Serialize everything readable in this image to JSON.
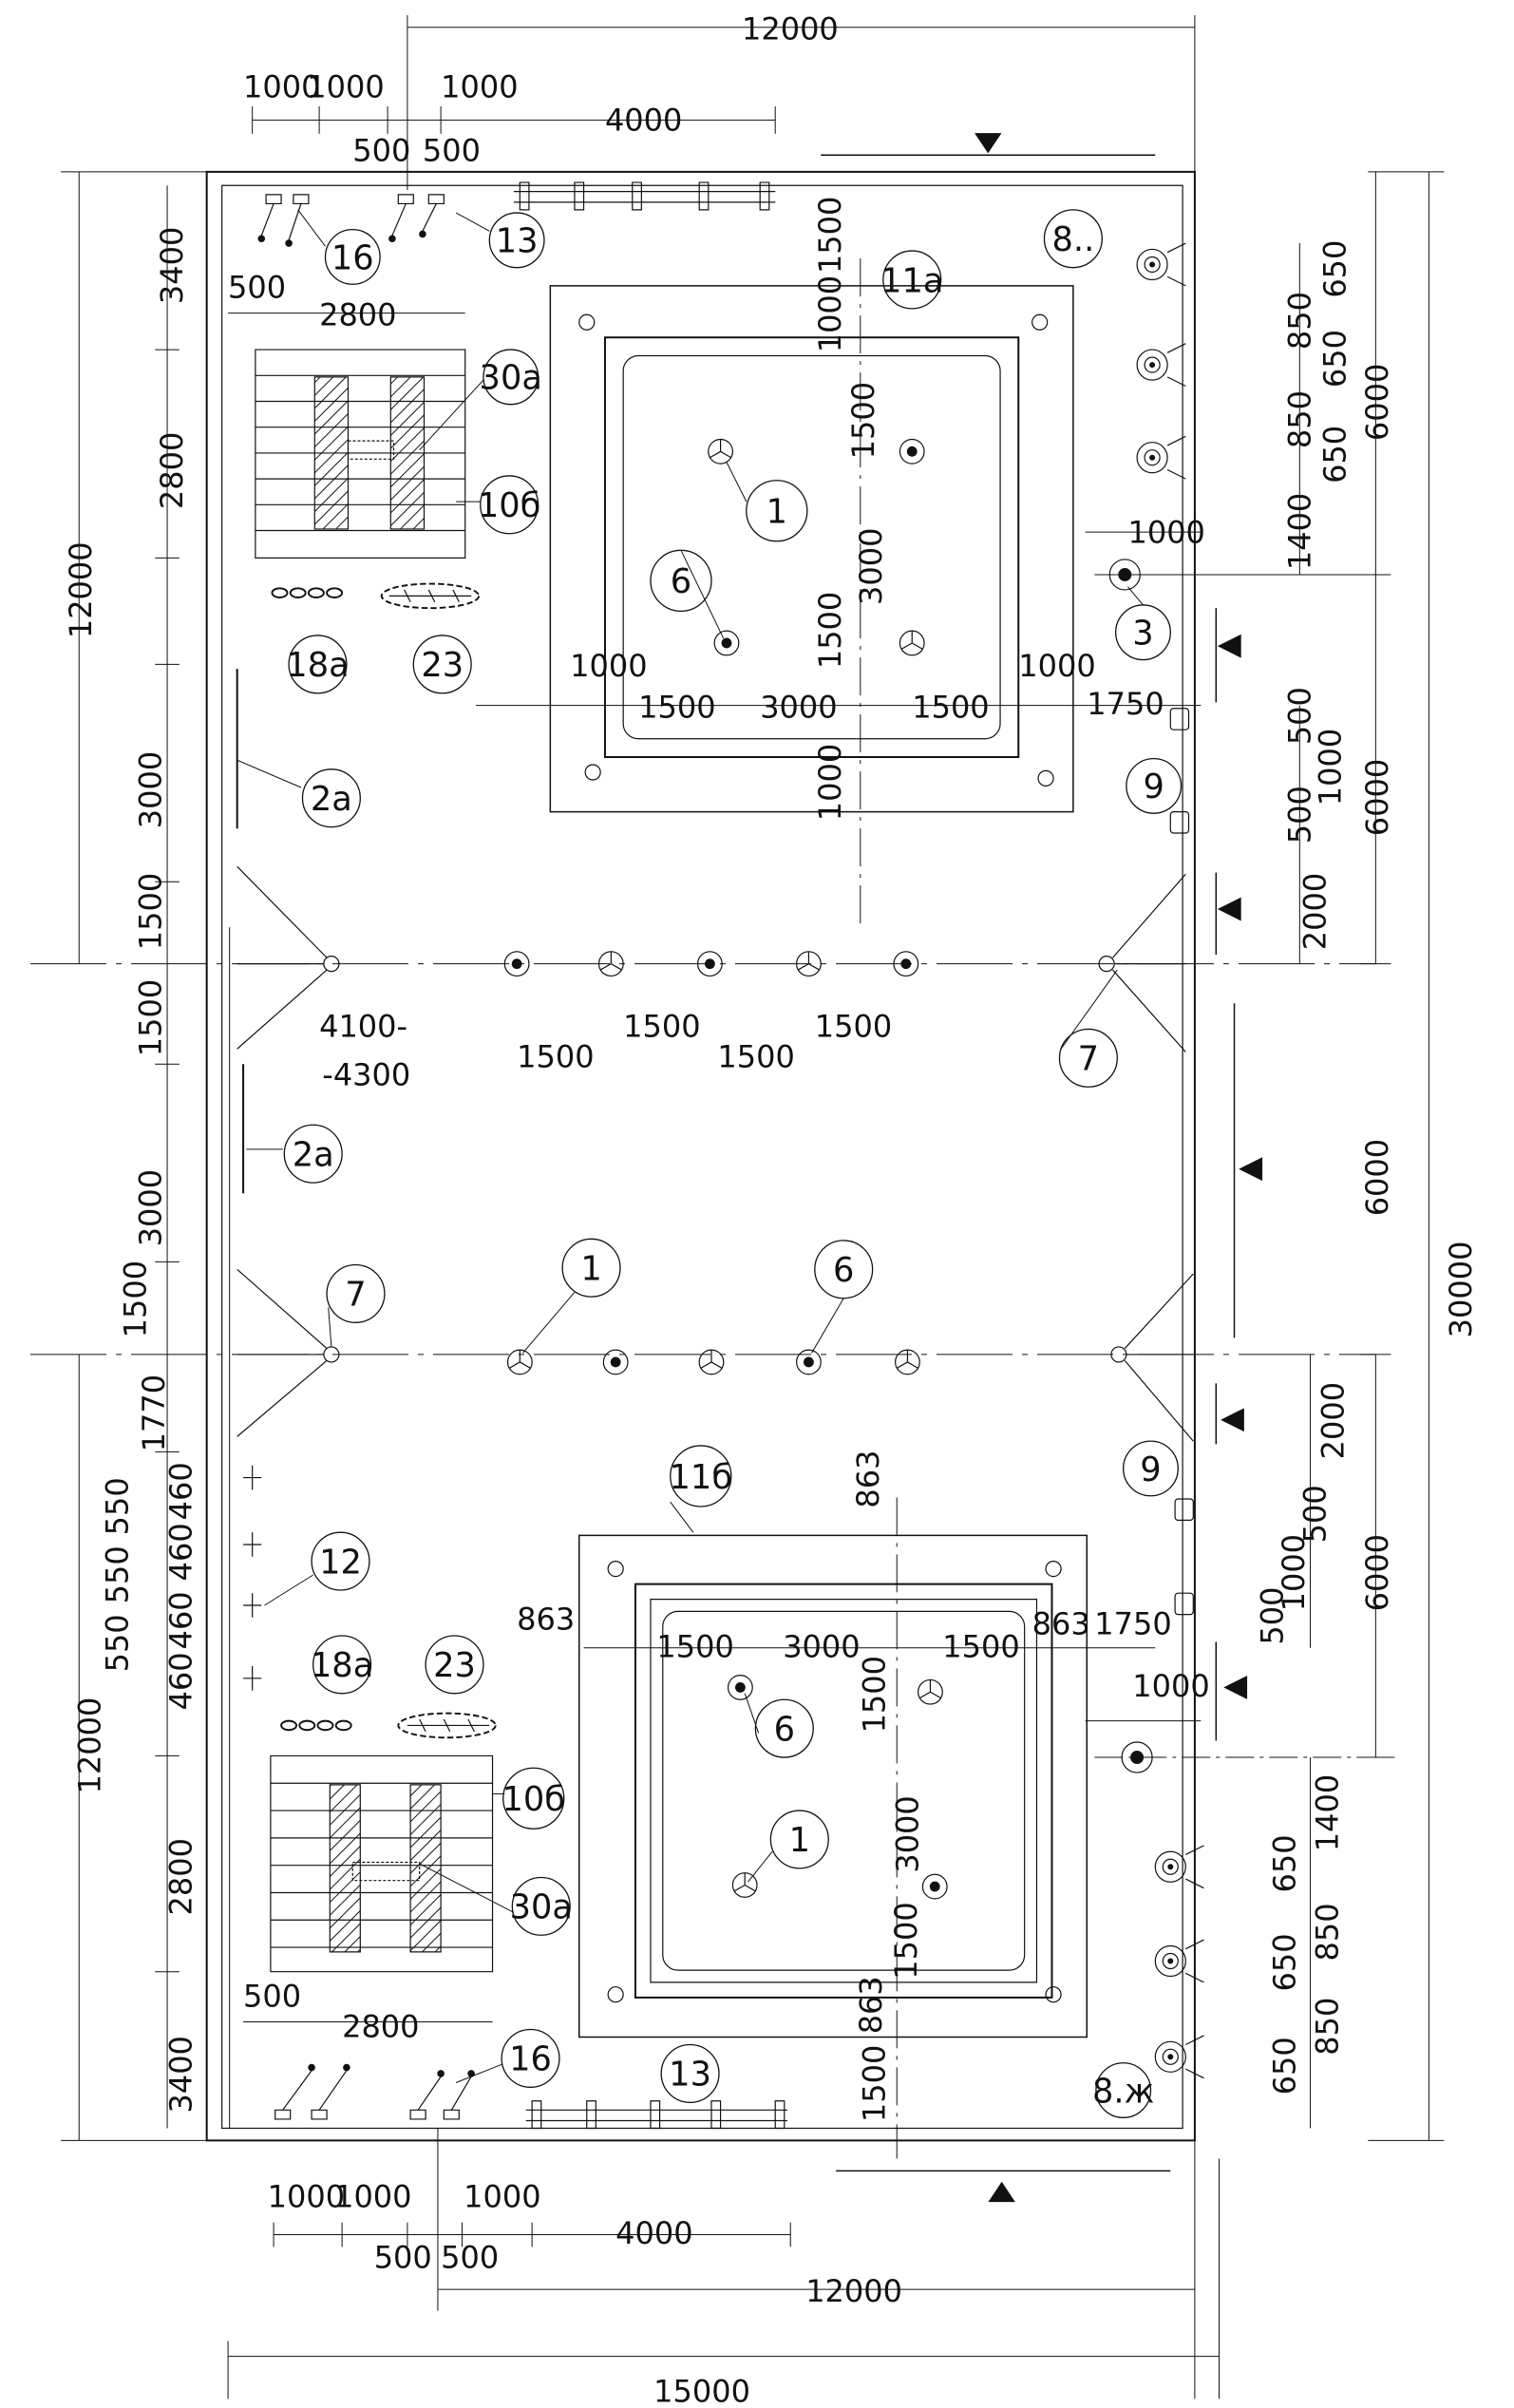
{
  "dimensions": {
    "top_width_12000": "12000",
    "top_1000_a": "1000",
    "top_1000_b": "1000",
    "top_1000_c": "1000",
    "top_500_a": "500",
    "top_500_b": "500",
    "top_4000": "4000",
    "bottom_1000_a": "1000",
    "bottom_1000_b": "1000",
    "bottom_1000_c": "1000",
    "bottom_500_a": "500",
    "bottom_500_b": "500",
    "bottom_4000": "4000",
    "bottom_12000": "12000",
    "bottom_15000": "15000",
    "left_12000_top": "12000",
    "left_12000_bottom": "12000",
    "left_3400_top": "3400",
    "left_2800_top": "2800",
    "left_3000_a": "3000",
    "left_1500_a": "1500",
    "left_1500_b": "1500",
    "left_3000_b": "3000",
    "left_1500_c": "1500",
    "left_1770": "1770",
    "left_460_a": "460",
    "left_550_a": "550",
    "left_550_b": "550",
    "left_460_b": "460",
    "left_460_c": "460",
    "left_550_c": "550",
    "left_460_d": "460",
    "left_2800_bottom": "2800",
    "left_3400_bottom": "3400",
    "left_500_top": "500",
    "left_2800_horiz_top": "2800",
    "left_500_bottom": "500",
    "left_2800_horiz_bottom": "2800",
    "right_30000": "30000",
    "right_6000_a": "6000",
    "right_6000_b": "6000",
    "right_6000_c": "6000",
    "right_6000_d": "6000",
    "right_650_a": "650",
    "right_850_a": "850",
    "right_650_b": "650",
    "right_850_b": "850",
    "right_650_c": "650",
    "right_1400_a": "1400",
    "right_1000_a": "1000",
    "right_1750_a": "1750",
    "right_500_a": "500",
    "right_1000_b": "1000",
    "right_500_b": "500",
    "right_2000_a": "2000",
    "right_2000_b": "2000",
    "right_500_c": "500",
    "right_1000_c": "1000",
    "right_500_d": "500",
    "right_1750_b": "1750",
    "right_1000_d": "1000",
    "right_1400_b": "1400",
    "right_650_d": "650",
    "right_850_c": "850",
    "right_650_e": "650",
    "right_850_d": "850",
    "right_650_f": "650",
    "ring_top_1500_a": "1500",
    "ring_top_1000_a": "1000",
    "ring_top_1500_b": "1500",
    "ring_top_3000": "3000",
    "ring_top_1500_c": "1500",
    "ring_top_1000_b": "1000",
    "ring_top_1000_c": "1000",
    "ring_top_1000_d": "1000",
    "ring_top_h_1500_a": "1500",
    "ring_top_h_3000": "3000",
    "ring_top_h_1500_b": "1500",
    "mid_4100": "4100-",
    "mid_4300": "-4300",
    "mid_1500_a": "1500",
    "mid_1500_b": "1500",
    "mid_1500_c": "1500",
    "mid_1500_d": "1500",
    "ring_bot_863_a": "863",
    "ring_bot_863_b": "863",
    "ring_bot_863_c": "863",
    "ring_bot_863_d": "863",
    "ring_bot_h_1500_a": "1500",
    "ring_bot_h_3000": "3000",
    "ring_bot_h_1500_b": "1500",
    "ring_bot_1500_a": "1500",
    "ring_bot_3000": "3000",
    "ring_bot_1500_b": "1500",
    "ring_bot_1500_c": "1500"
  },
  "labels": {
    "l16_top": "16",
    "l13_top": "13",
    "l11a": "11a",
    "l8_top": "8..",
    "l30a_top": "30a",
    "l10b_top": "10б",
    "l1_top": "1",
    "l6_top": "6",
    "l3": "3",
    "l18a_top": "18a",
    "l23_top": "23",
    "l2a_top": "2a",
    "l9_top": "9",
    "l7_right": "7",
    "l2a_bottom": "2a",
    "l1_mid": "1",
    "l6_mid": "6",
    "l7_left": "7",
    "l11b": "11б",
    "l9_bottom": "9",
    "l12": "12",
    "l18a_bottom": "18a",
    "l23_bottom": "23",
    "l6_bottom": "6",
    "l10b_bottom": "10б",
    "l1_bottom": "1",
    "l30a_bottom": "30a",
    "l16_bottom": "16",
    "l13_bottom": "13",
    "l8_bottom": "8.ж"
  },
  "icons": {
    "tripod": "tripod-fixture-icon",
    "hydrant": "hydrant-point-icon",
    "exit_marker": "exit-direction-triangle-icon",
    "hose_reel": "hose-reel-icon",
    "outlet": "wall-outlet-icon"
  }
}
